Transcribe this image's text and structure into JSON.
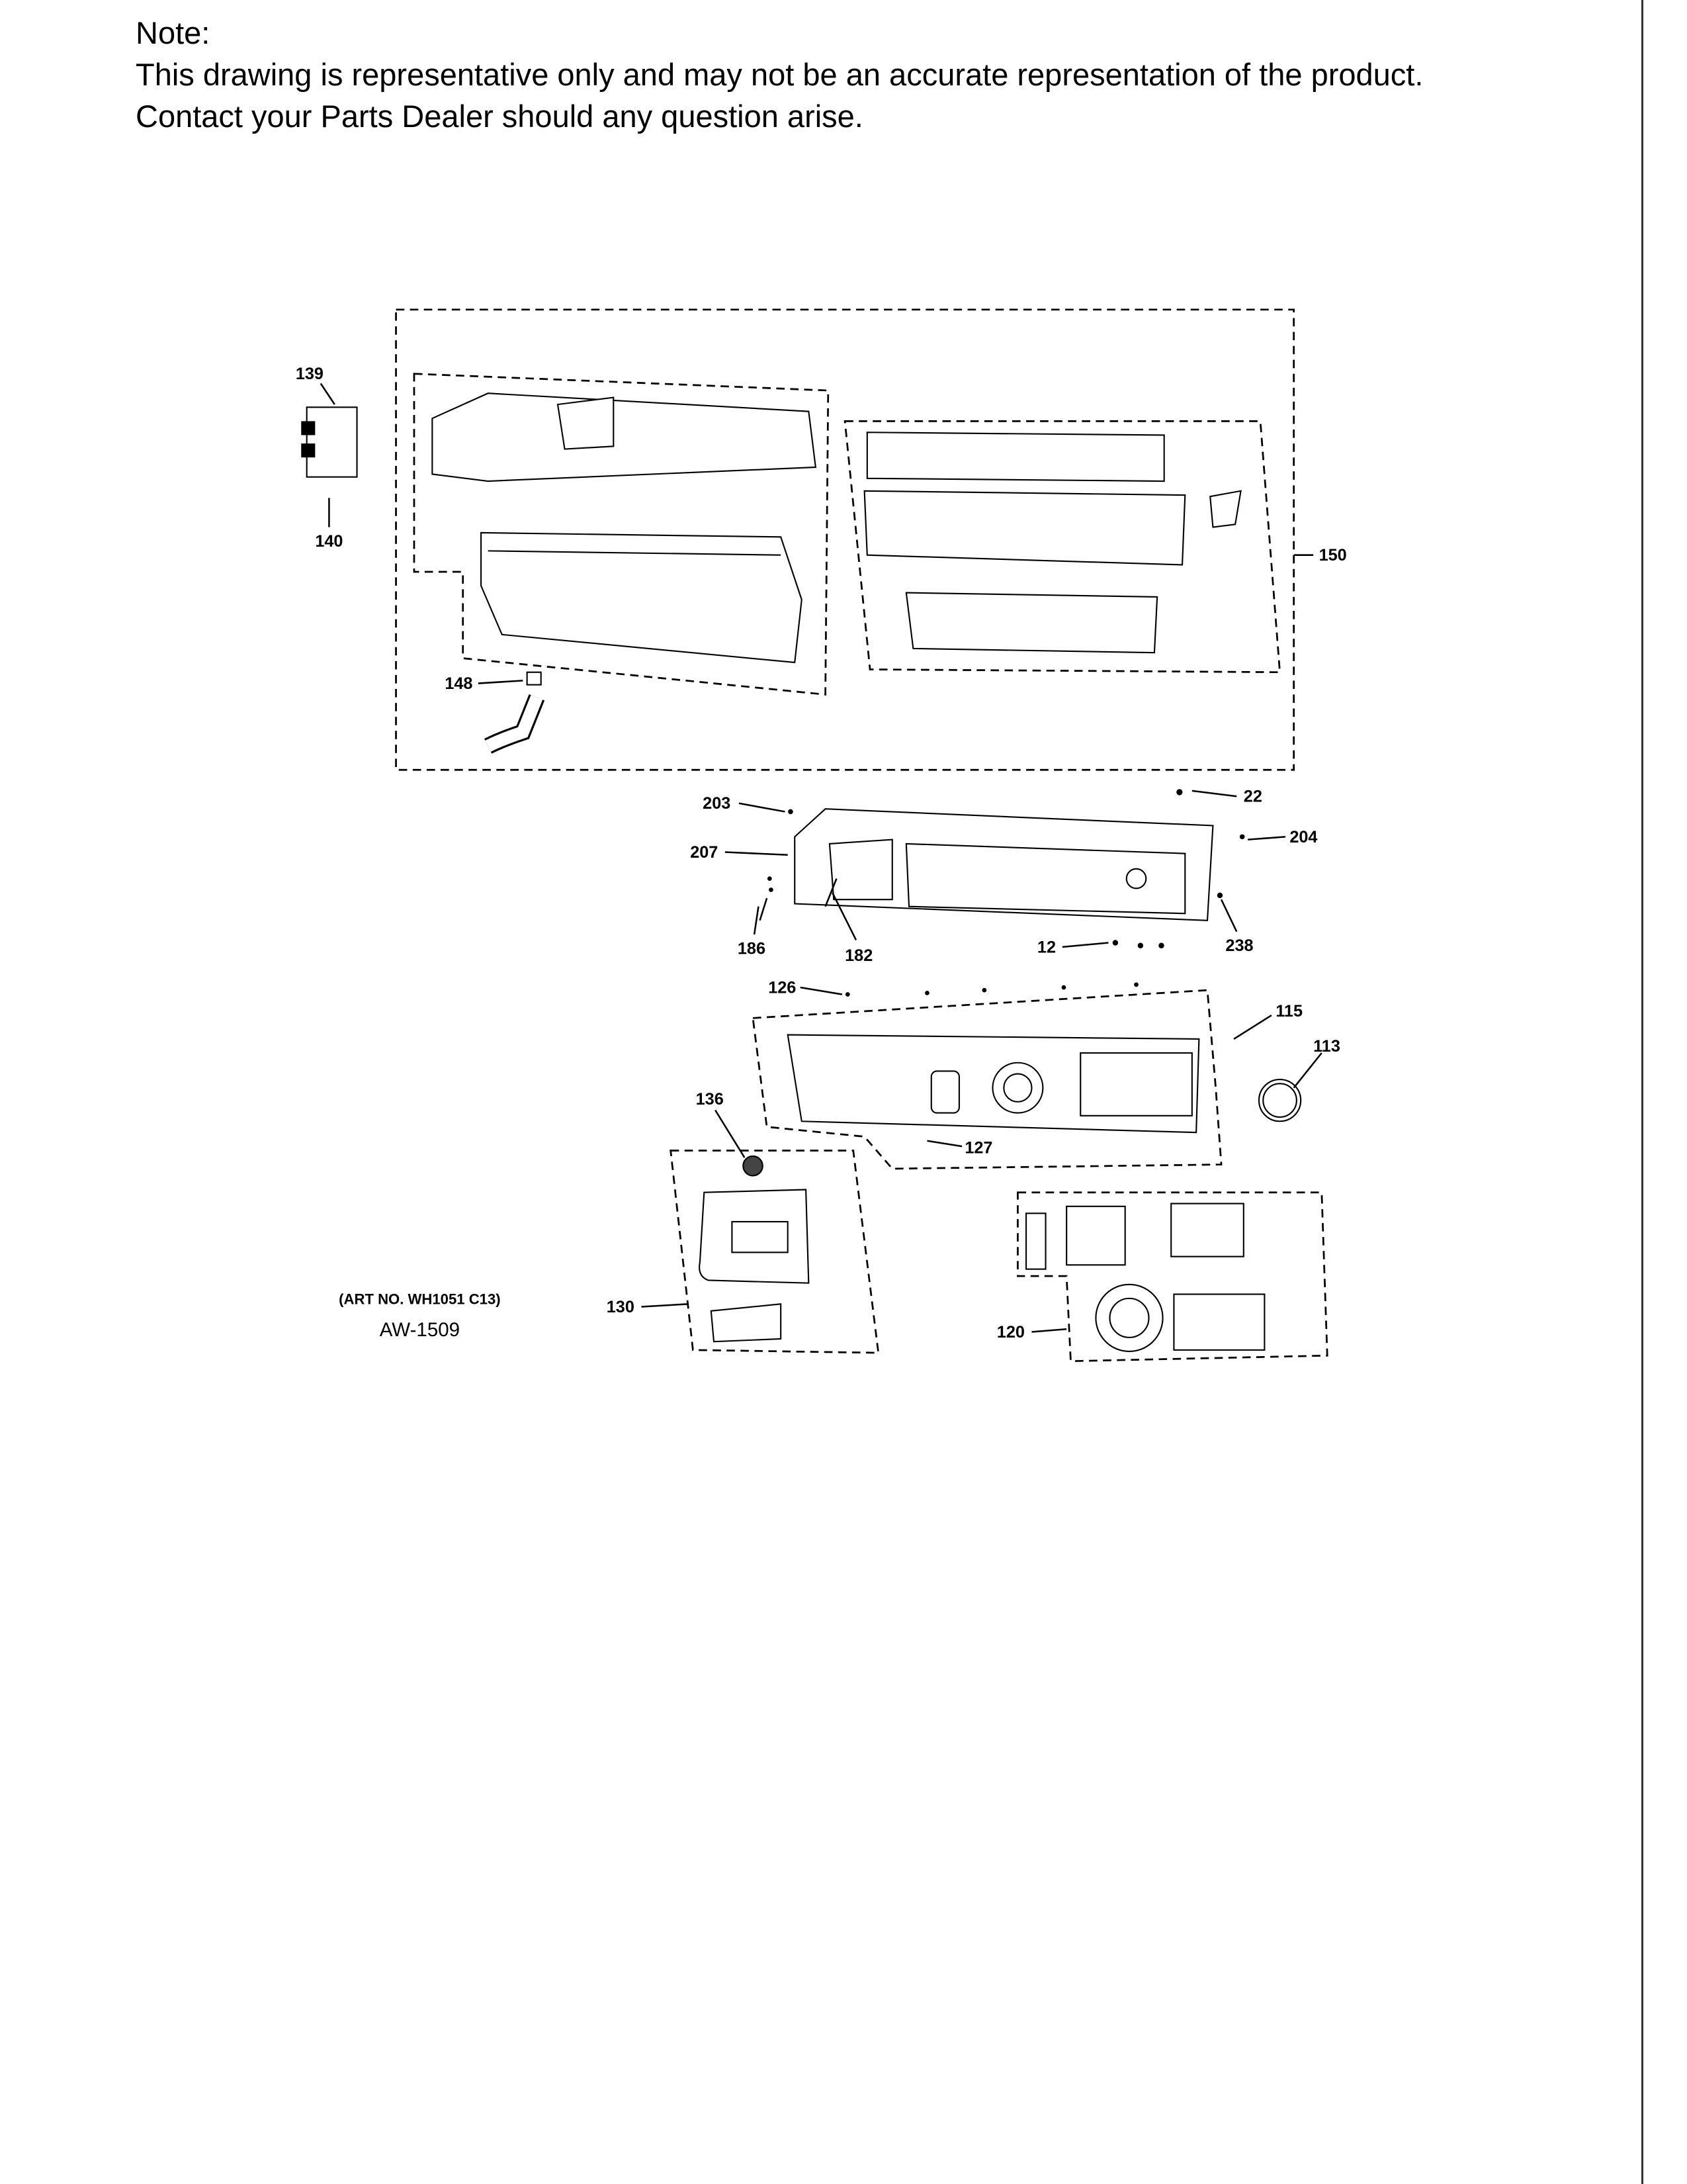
{
  "note": {
    "heading": "Note:",
    "line1": "This drawing is representative only and may not be an accurate representation of the product.",
    "line2": "Contact your Parts Dealer should any question arise."
  },
  "diagram": {
    "art_number": "(ART NO. WH1051 C13)",
    "drawing_id": "AW-1509",
    "callouts": {
      "c139": "139",
      "c140": "140",
      "c148": "148",
      "c150": "150",
      "c22": "22",
      "c203": "203",
      "c204": "204",
      "c207": "207",
      "c186": "186",
      "c182": "182",
      "c12": "12",
      "c238": "238",
      "c126": "126",
      "c115": "115",
      "c113": "113",
      "c136": "136",
      "c127": "127",
      "c130": "130",
      "c120": "120"
    }
  }
}
